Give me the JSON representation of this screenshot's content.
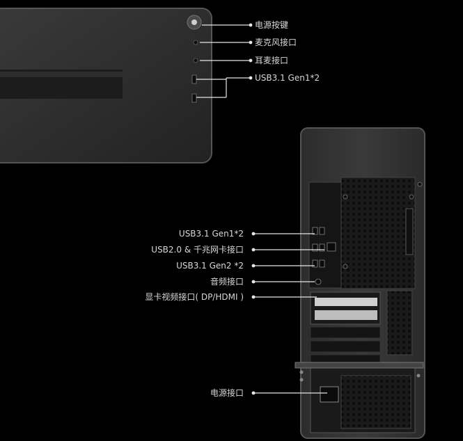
{
  "front_panel": {
    "labels": [
      "电源按键",
      "麦克风接口",
      "耳麦接口",
      "USB3.1 Gen1*2"
    ]
  },
  "rear_panel": {
    "labels": [
      "USB3.1  Gen1*2",
      "USB2.0 & 千兆网卡接口",
      "USB3.1  Gen2 *2",
      "音频接口",
      "显卡视频接口( DP/HDMI )",
      "电源接口"
    ]
  },
  "colors": {
    "background": "#000000",
    "case_body": "#2a2a2a",
    "line": "#e6e6e6",
    "label": "#d8d8d8"
  }
}
